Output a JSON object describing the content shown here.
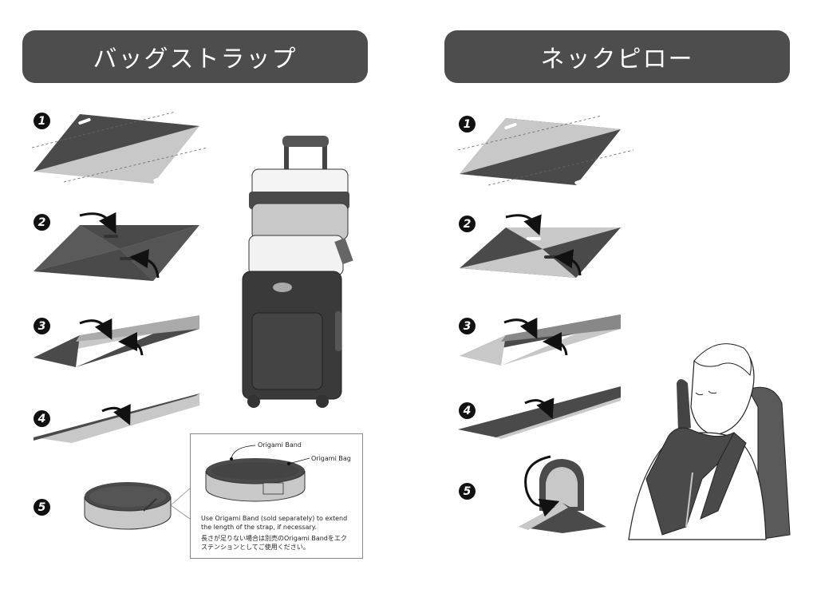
{
  "headers": {
    "left": "バッグストラップ",
    "right": "ネックピロー"
  },
  "steps": [
    "1",
    "2",
    "3",
    "4",
    "5"
  ],
  "callout": {
    "band_label": "Origami Band",
    "bag_label": "Origami Bag",
    "note_en": "Use Origami Band (sold separately) to extend the length of the strap, if necessary.",
    "note_ja": "長さが足りない場合は別売のOrigami Bandをエクステンションとしてご使用ください。"
  },
  "colors": {
    "header_bg": "#4d4d4d",
    "dark": "#4a4a4a",
    "light": "#c8c8c8"
  }
}
